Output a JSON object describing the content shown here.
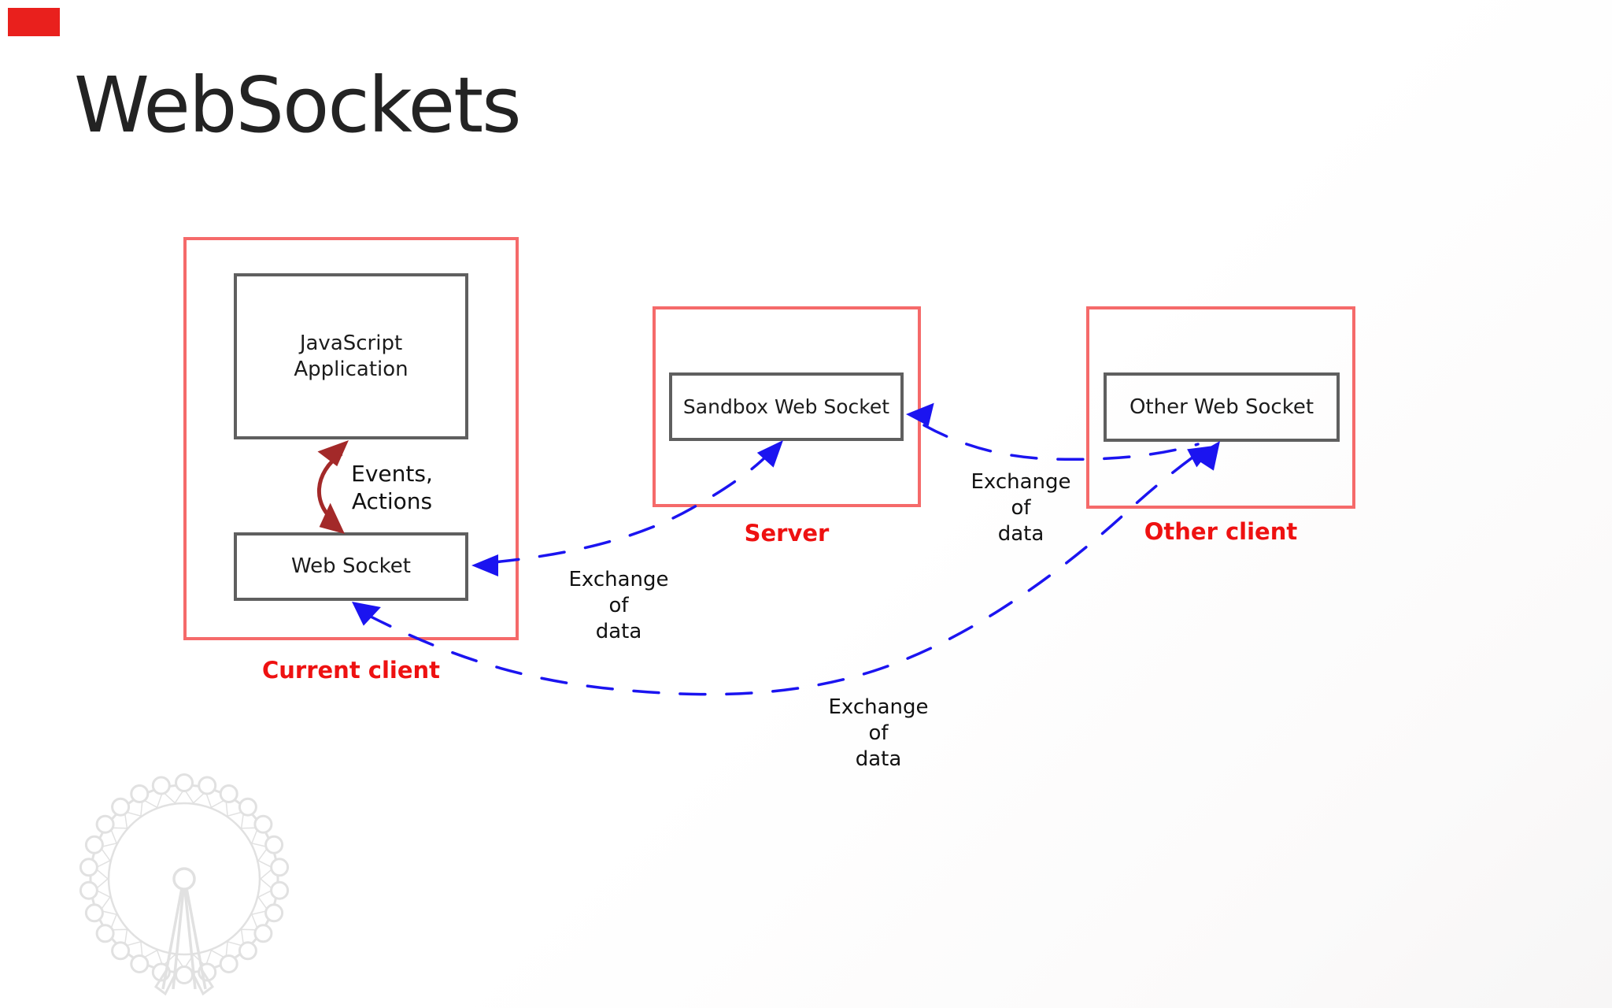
{
  "slide": {
    "title": "WebSockets"
  },
  "diagram": {
    "current_client": {
      "container_label": "Current client",
      "javascript_application_box": "JavaScript\nApplication",
      "web_socket_box": "Web Socket",
      "events_actions_label": "Events,\nActions"
    },
    "server": {
      "container_label": "Server",
      "sandbox_web_socket_box": "Sandbox Web Socket"
    },
    "other_client": {
      "container_label": "Other client",
      "other_web_socket_box": "Other Web Socket"
    },
    "exchange_labels": {
      "client_server": "Exchange\nof\ndata",
      "server_other": "Exchange\nof\ndata",
      "client_other": "Exchange\nof\ndata"
    },
    "colors": {
      "container_border": "#f56a6a",
      "label_red": "#ee1111",
      "box_border": "#5f5f5f",
      "arrow_blue": "#1b14f0",
      "arrow_dark_red": "#a32929",
      "marker_red": "#e9201d",
      "diagram_text": "#1c1c1c"
    }
  }
}
